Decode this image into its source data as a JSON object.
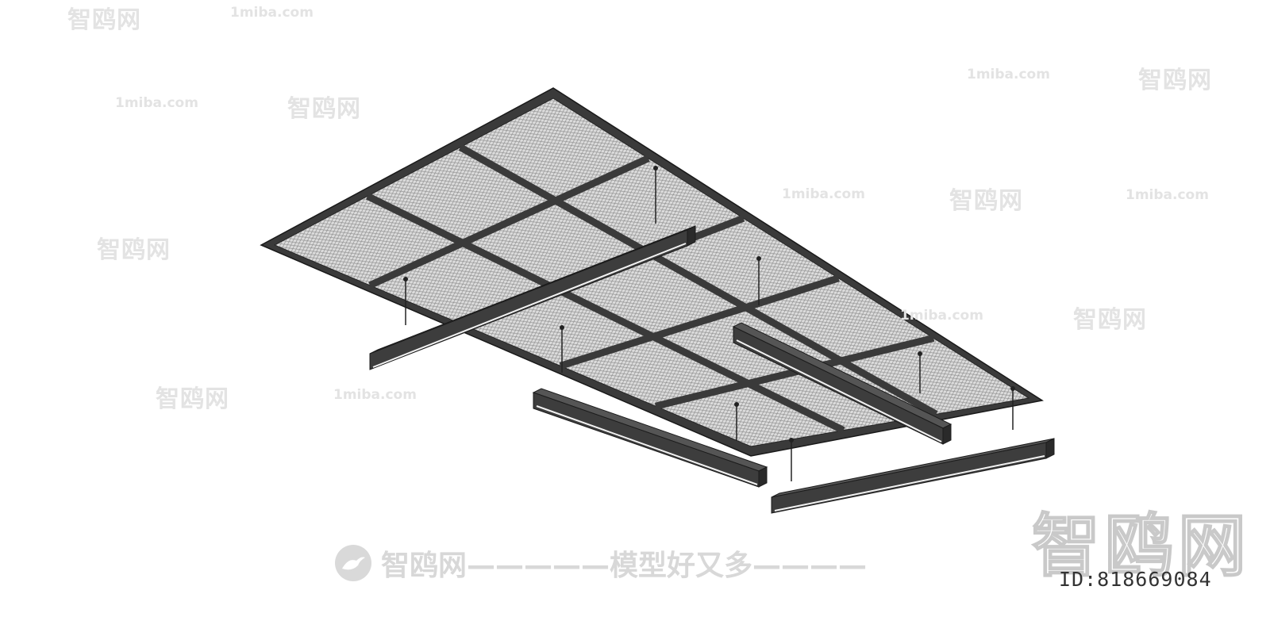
{
  "watermarks": {
    "site": "1miba.com",
    "brand": "智鸥网",
    "dashes": "——————",
    "slogan": "智鸥网—————模型好又多————",
    "big_brand": "智鸥网",
    "id_text": "ID:818669084"
  },
  "colors": {
    "frame": "#3a3a3a",
    "mesh_fill": "#d9d9d9",
    "mesh_line": "#8a8a8a",
    "light_body": "#3d3d3d",
    "light_edge": "#1c1c1c",
    "diffuser": "#f2f2f2",
    "watermark": "#e3e3e3"
  }
}
